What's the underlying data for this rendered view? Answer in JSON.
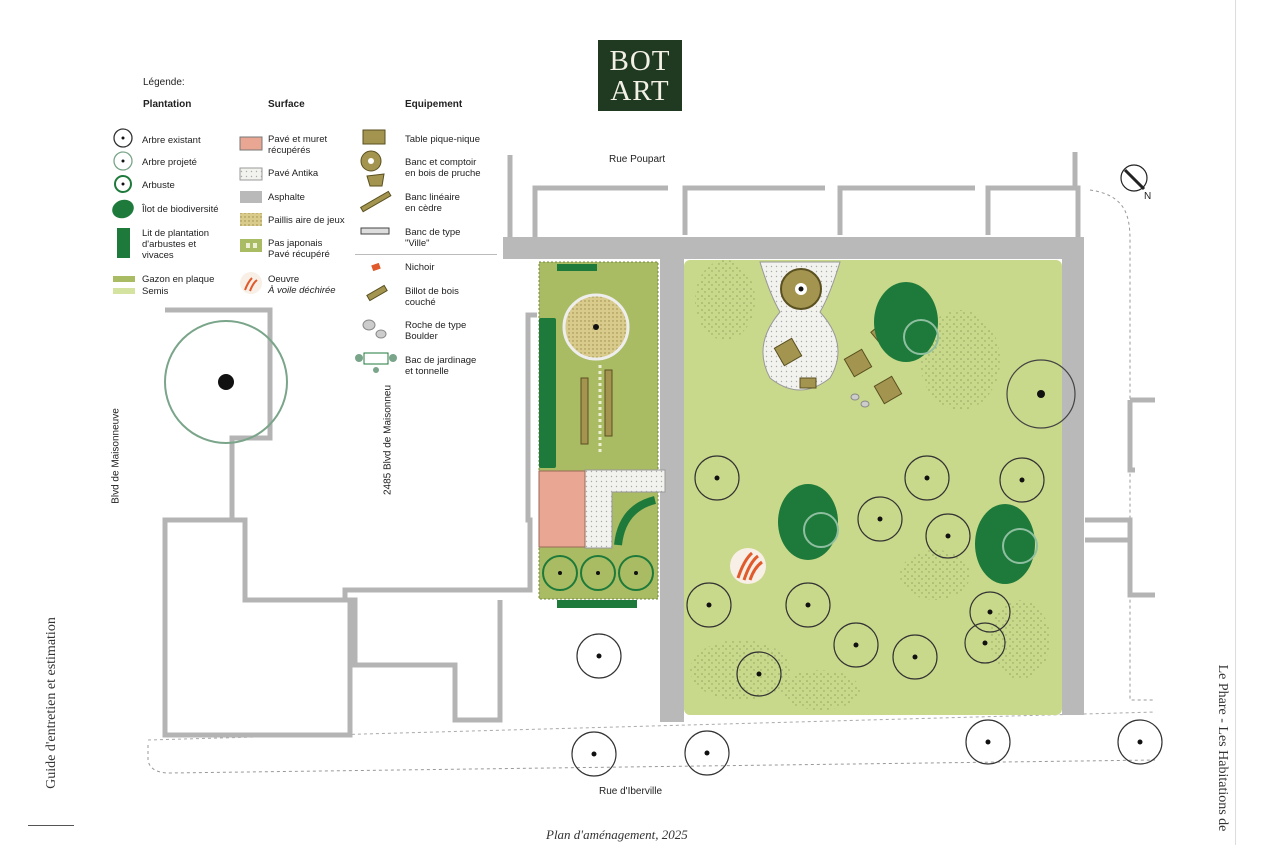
{
  "logo": {
    "line1": "BOT",
    "line2": "ART"
  },
  "legend": {
    "title": "Légende:",
    "plantation": {
      "heading": "Plantation",
      "items": [
        {
          "label": "Arbre existant",
          "icon": "existing-tree-icon"
        },
        {
          "label": "Arbre projeté",
          "icon": "projected-tree-icon"
        },
        {
          "label": "Arbuste",
          "icon": "shrub-icon"
        },
        {
          "label": "Îlot de biodiversité",
          "icon": "biodiversity-island-icon"
        },
        {
          "label": "Lit de plantation d'arbustes et vivaces",
          "icon": "planting-bed-icon"
        },
        {
          "label": "Gazon en plaque",
          "icon": "sod-swatch"
        },
        {
          "label": "Semis",
          "icon": "seeding-swatch"
        }
      ]
    },
    "surface": {
      "heading": "Surface",
      "items": [
        {
          "label": "Pavé et muret récupérés",
          "icon": "recovered-paving-swatch"
        },
        {
          "label": "Pavé Antika",
          "icon": "antika-paving-swatch"
        },
        {
          "label": "Asphalte",
          "icon": "asphalt-swatch"
        },
        {
          "label": "Paillis aire de jeux",
          "icon": "playground-mulch-swatch"
        },
        {
          "label": "Pas japonais Pavé récupéré",
          "icon": "stepping-stone-swatch"
        },
        {
          "label": "Oeuvre",
          "sublabel": "À voile déchirée",
          "icon": "artwork-icon"
        }
      ]
    },
    "equipment": {
      "heading": "Equipement",
      "items": [
        {
          "label": "Table pique-nique",
          "icon": "picnic-table-icon"
        },
        {
          "label": "Banc et comptoir en bois de pruche",
          "icon": "bench-counter-icon"
        },
        {
          "label": "Banc linéaire en cèdre",
          "icon": "linear-bench-icon"
        },
        {
          "label": "Banc de type \"Ville\"",
          "icon": "city-bench-icon"
        },
        {
          "label": "Nichoir",
          "icon": "birdhouse-icon"
        },
        {
          "label": "Billot de bois couché",
          "icon": "log-icon"
        },
        {
          "label": "Roche de type Boulder",
          "icon": "boulder-icon"
        },
        {
          "label": "Bac de jardinage et tonnelle",
          "icon": "garden-bed-icon"
        }
      ]
    }
  },
  "streets": {
    "north": "Rue Poupart",
    "south": "Rue d'Iberville",
    "west": "Blvd de Maisonneuve",
    "building": "2485 Blvd de Maisonneu"
  },
  "compass": {
    "label": "N"
  },
  "caption": "Plan d'aménagement, 2025",
  "side_left": "Guide d'entretien et estimation",
  "side_right": "Le Phare - Les Habitations de",
  "colors": {
    "logo_bg": "#1f3a21",
    "lawn": "#c9d98b",
    "sod": "#a9bb63",
    "dark_green": "#1e7a3a",
    "asphalt": "#b9b9b9",
    "recovered_paving": "#e9a793",
    "mulch": "#cbbd78"
  }
}
